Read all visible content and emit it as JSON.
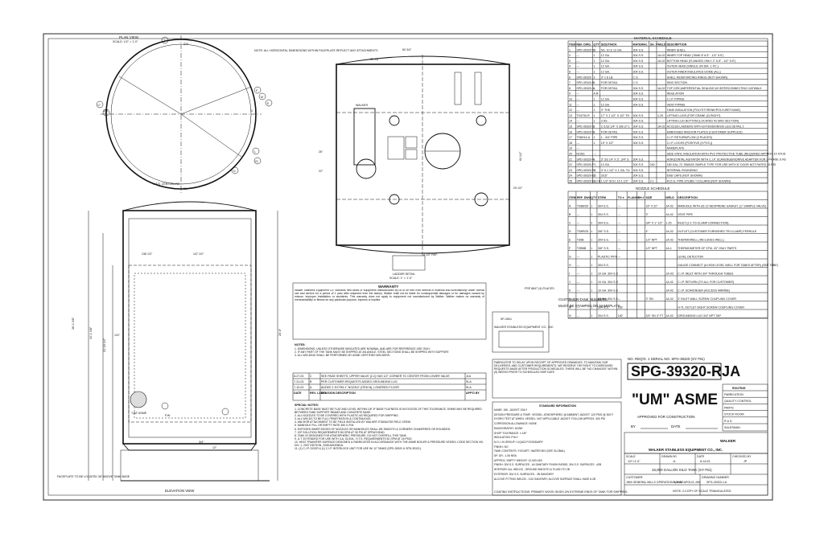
{
  "plan_view": {
    "title": "PLAN VIEW",
    "scale": "SCALE: 1/2\" = 1'-0\"",
    "angle_top": "270",
    "angle_left": "180",
    "angle_right": "0",
    "angle_bottom": "90",
    "centerline": "H.T.S. CENTERLINE"
  },
  "elevation_view": {
    "title": "ELEVATION VIEW",
    "dim_136": "136 1/2\"",
    "dim_147": "147 1/2\"",
    "dim_131": "131\"",
    "dim_12": "12\"",
    "dim_34": "3/4\"",
    "note_um": "\"UM\" ASME",
    "note_pw": "P.W.",
    "faceplate_note": "FACEPLATE TO BE LOCATED 36\" ABOVE TANK BASE",
    "left_dim1": "36'-1 3/8\"",
    "left_dim2": "34'-1 3/8\"",
    "left_dim3": "21'-10 1/2\"",
    "right_dim": "20'-6\""
  },
  "front_view": {
    "dim_60": "60 3/4\"",
    "dim_33": "33 3/8\"",
    "dim_26": "26\"",
    "dim_22": "22\"",
    "dim_61": "61 1/2\"",
    "dim_29": "29 1/2\"",
    "dim_4": "4 1/2\" REF.",
    "label_walker": "WALKER",
    "note": "NOTE: ALL HORIZONTAL DIMENSIONS WITHIN FACEPLATE REFLECT ANY ATTACHMENTS",
    "ladder_detail": "LADDER DETAIL",
    "ladder_scale": "SCALE: 1\" = 1'-0\""
  },
  "material_schedule": {
    "title": "MATERIAL SCHEDULE",
    "headers": [
      "ITEM",
      "REF. DWG.",
      "QTY",
      "SIZE/THICK",
      "MATERIAL",
      "SH. #",
      "WELD",
      "DESCRIPTION"
    ],
    "rows": [
      [
        "1",
        "SPD-39320-01",
        "1",
        "5G, 10 & 12 GA.",
        "304 S.S.",
        "",
        "",
        "INNER SHELL"
      ],
      [
        "2",
        "---",
        "1",
        "12 GA.",
        "304 S.S.",
        "",
        "1A-02",
        "INNER TOP HEAD (TANK 8' 6.5\" - 1/2\" 5.5\")"
      ],
      [
        "3",
        "---",
        "1",
        "12 GA.",
        "304 S.S.",
        "",
        "1A-02",
        "BOTTOM HEAD (FLANGED ONLY 2\" 6.5\" - 1/2\" 5.5\")"
      ],
      [
        "4",
        "---",
        "1",
        "12 GA.",
        "304 S.S.",
        "",
        "",
        "OUTER HEAD (SINGLE 3/4 DIA. 1 PC.)"
      ],
      [
        "5",
        "---",
        "1",
        "12 GA.",
        "304 S.S.",
        "",
        "",
        "OUTER INNER INSULATED DOME (ALL)"
      ],
      [
        "6",
        "SPD-39320",
        "3",
        "3\" x 6 LB.",
        "C.S.",
        "",
        "",
        "SHELL REINFORCING RINGS (NOT SHOWN)"
      ],
      [
        "7",
        "SPD-39320-B",
        "1",
        "FOR DETAIL",
        "C.S.",
        "",
        "",
        "SKID SECTION"
      ],
      [
        "8",
        "SPD-39320-1-1",
        "1",
        "FOR DETAIL",
        "304 S.S.",
        "",
        "1A-02",
        "TOP CIRCUMFERENTIAL SEALING W/ INTERCONNECTING CATWALK"
      ],
      [
        "9",
        "---",
        "A.R.",
        "",
        "304 S.S.",
        "",
        "",
        "INSULATION"
      ],
      [
        "10",
        "---",
        "1",
        "12 GA.",
        "304 S.S.",
        "",
        "",
        "C.I.P. PIPING"
      ],
      [
        "11",
        "---",
        "1",
        "12 GA.",
        "304 S.S.",
        "",
        "",
        "VENT PIPING"
      ],
      [
        "12",
        "---",
        "1",
        "3\" THK",
        "",
        "",
        "",
        "TANK INSULATION (POLYSTYRENE/POLYURETHANE)"
      ],
      [
        "13",
        "TS4730-R",
        "1",
        "17\" X 1 1/2\" X 1/2\" THK.",
        "304 S.S.",
        "",
        "1-29",
        "LIFTING LUGS (FOR CRANE (2) RIGHT)"
      ],
      [
        "14",
        "---",
        "1",
        "3 SS",
        "304 S.S.",
        "",
        "",
        "LIFTING LUG BOTTOM (LOCATED IN SKID SECTION)"
      ],
      [
        "15",
        "SPD-39320-3-C",
        "1",
        "C 6.5Z 1/4\" X 3/8 LP 1 1/4\" OD",
        "304 S.S.",
        "",
        "1A-02",
        "ACCESS LADDERS WITH EXTENSION/SIX LEG DETAIL 2"
      ],
      [
        "16",
        "SPD-39320-3-C",
        "1",
        "FOR DETAIL",
        "304 S.S.",
        "",
        "",
        "EMBOSSED ANCHOR PLATES (CUSTOMER SUPPLIED)"
      ],
      [
        "17",
        "TS8H14-A",
        "1",
        "1 - 3/4\" PIPE",
        "304 S.S.",
        "",
        "",
        "C.I.P. RETURN/FLOW (3 PLACES)"
      ],
      [
        "18",
        "---",
        "1",
        "10\" X 1/2\"",
        "304 S.S.",
        "",
        "",
        "C.I.P. LOCKS (POSITIVE (3 PCS.))"
      ],
      [
        "19",
        "---",
        "",
        "",
        "",
        "",
        "",
        "NAMEPLATE"
      ],
      [
        "20",
        "NOSS",
        "---",
        "",
        "",
        "",
        "",
        "SIDE VINYL INSULATION WITH PVC PROTECTIVE TUBE (REQUIRED APPROX 10 STUD TO 8\")"
      ],
      [
        "21",
        "SPD-39320-4-1",
        "1",
        "3\" SS 14\" X 3\", 3/4\" SS 14\" TIGHT",
        "304 S.S.",
        "",
        "",
        "HORIZONTAL AGITATOR WITH C.I.P. SCAVENGER/DRIVE ADAPTER FOR 3-PHASE & KELSON MOTOR (INCLUDES SPRING DESIGN)"
      ],
      [
        "22",
        "SPD-39320-P1",
        "",
        "10 GA.",
        "304 S.S.",
        "240",
        "",
        "180 GAL-7C SWAGE-SIMPLE TYPE FOR USE WITH 6\" DOOR NOT RATED 10 PSI"
      ],
      [
        "23",
        "SPD-39320-R1",
        "1",
        "3\" 6 1 1/2\" X 1 GA. TUBING",
        "304 S.S.",
        "",
        "",
        "INTERNAL ROUNDING"
      ],
      [
        "24",
        "SPD-39320-E5",
        "1",
        "3/16\"",
        "304 S.S.",
        "",
        "",
        "END CAPS (NOT SHOWN)"
      ],
      [
        "25",
        "SPD-39320-E12",
        "1-2-B",
        "1 1/2\" SCH. 10 1 1/2\" SCH. 10",
        "304 S.S.",
        "2-1",
        "",
        "M.O.G. PIPE STUBS / COLLARS (NOT SHOWN)"
      ]
    ]
  },
  "nozzle_schedule": {
    "title": "NOZZLE SCHEDULE",
    "headers": [
      "ITEM",
      "REF. DWG.",
      "QTY",
      "STEM",
      "TO ±",
      "FLANGE",
      "SH #",
      "SIZE",
      "WELD",
      "DESCRIPTION"
    ],
    "rows": [
      [
        "A",
        "TS8B/35",
        "1",
        "304 S.S.",
        "---",
        "",
        "",
        "16\" X 22\"",
        "1A-02",
        "MANHOLE WITH (4) 12 NEOPRENE GASKET, (1\" SAMPLE VALVE)"
      ],
      [
        "B",
        "---",
        "1",
        "304 S.S.",
        "---",
        "",
        "",
        "3\"",
        "1A-02",
        "VENT PIPE"
      ],
      [
        "C",
        "---",
        "2",
        "304 S.S.",
        "---",
        "",
        "",
        "3/4\" X 1\" 1/2\"",
        "1-25",
        "INLET (2-1 TO-CLAMP CONNECTION)"
      ],
      [
        "D",
        "TS8R/25",
        "1",
        "3/8\" S.S.",
        "---",
        "",
        "",
        "4\"",
        "1A-02",
        "OUTLET (CUSTOMER FURNISHED TRI-CLAMP) FERRULE"
      ],
      [
        "E",
        "T39B",
        "1",
        "304 S.S.",
        "---",
        "",
        "",
        "1/2\" NPT",
        "1A-02",
        "THERMOWELL (INCLUDES WELL)"
      ],
      [
        "F",
        "T2BBB",
        "1",
        "3/8\" S.S.",
        "---",
        "",
        "",
        "1/2\" NPT",
        "1A-1",
        "THERMOMETER OF STM. 20\" ONLY PARTS"
      ],
      [
        "G",
        "---",
        "1",
        "PLASTIC PIPE",
        "---",
        "",
        "",
        "",
        "",
        "LEVEL DETECTOR"
      ],
      [
        "H",
        "---",
        "1",
        "304 S.S.",
        "",
        "",
        "",
        "",
        "",
        "GAUGE CONNECT (A HIGH LEVEL WELL FOR TANKS AFTER) (SEE TUBE)"
      ],
      [
        "I",
        "---",
        "1",
        "10 GA. 304 S.S.",
        "",
        "",
        "",
        "",
        "1A-03",
        "C.I.P. INLET WITH 3/4\" THROUGH TUBES"
      ],
      [
        "J",
        "---",
        "1",
        "10 GA. 304 S.S.",
        "",
        "",
        "",
        "",
        "1A-02",
        "C.I.P. RETURN (TO ALL FOR CUSTOMER)"
      ],
      [
        "K",
        "---",
        "1",
        "10 GA. 304 S.S.",
        "",
        "",
        "",
        "",
        "1A-02",
        "C.I.P. SCAVENGER (ACCESS MARINE)"
      ],
      [
        "L",
        "---",
        "1",
        "10 GA. 304 S.S.",
        "---",
        "",
        "",
        "3\" SN",
        "1A-02",
        "3\" INLET WALL SCREW COUPLING COVER"
      ],
      [
        "M",
        "---",
        "1",
        "304 S.S.",
        "182",
        "",
        "",
        "",
        "",
        "H-TL OUTLET SIGHT SCREW COUPLING COVER"
      ],
      [
        "N",
        "---",
        "1",
        "304 S.S.",
        "182",
        "",
        "",
        "3/4\" SN 4\" FT",
        "1A-02",
        "GROUNDING LUG 3/4\" NPT TAP"
      ]
    ]
  },
  "warranty": {
    "title": "WARRANTY",
    "body": "Walker Stainless Equipment Co. warrants new tanks or equipment manufactured by us to be free from defects in material and workmanship under normal use and service for a period of 1 year after shipment from the factory. Walker shall not be liable for consequential damages or for damages caused by misuse, improper installation or accidents. This warranty does not apply to equipment not manufactured by Walker. Walker makes no warranty of merchantability or fitness for any particular purpose, express or implied."
  },
  "notes": {
    "title": "NOTES:",
    "items": [
      "1. DIMENSIONS, UNLESS OTHERWISE INDICATED ARE NOMINAL AND ARE FOR REFERENCE USE ONLY.",
      "2. IF ANY PART OF THE TANK MUST BE SHIPPED AT AN ANGLE, STEEL SECTIONS SHALL BE SHIPPED WITH SUPPORT.",
      "3. ALL WELDING SHALL BE PERFORMED BY ASME CERTIFIED WELDERS."
    ]
  },
  "special_notes": {
    "title": "SPECIAL NOTES:",
    "items": [
      "1. CONCRETE BASE MUST BE FLAT AND LEVEL WITHIN 1/8\" IF BASE FLATNESS IS IN EXCESS OF THIS TOLERANCE, SHIMS MAY BE REQUIRED BETWEEN TANK SUPPORT BEAMS AND CONCRETE BASE.",
      "2. ALL NOZZLES TO BE COVERED WITH PLASTIC AS REQUIRED FOR SHIPPING.",
      "3. ALL WELDS TO BE FULL PENETRATION & CONTINUOUS.",
      "4. ANCHOR ATTACHMENT TO BE FIELD INSTALLED BY WALKER STAINLESS FIELD CREW.",
      "5. MANHOLE FILL OR EMPTY RATE 450 G.P.M.",
      "6. EXPOSED INNER EDGES OF NOZZLES OR MANHOLES SHALL BE SMOOTH & CORNERS CHAMFERED OR ROUNDED.",
      "7. CIP SOLUTION REQUIREMENTS 80 GPM AT 35 PSI AT SPRAYHEAD.",
      "8. TANK IS DESIGNED FOR ATMOSPHERIC PRESSURE. DO NOT OVERFILL THIS TANK.",
      "9. U.T. EXTENDED FOR USE WITH 3-A, 01/10/L, H.T.S. REQUIREMENTS 52 GPM AT 16 PSIG.",
      "10. HEAT TRANSFER SURFACE DESIGNED & FABRICATED IN ACCORDANCE WITH THE ASME BOILER & PRESSURE VESSEL CODE SECTION VIII, DIV. 1, 2007 EDITION, 2008 ADDENDA.",
      "11. (1) C.I.P. DOOR & (1) C.I.P. INTERLOCK UNIT FOR USE W/ 12' TANKS (SPD-39320 & SPD-39321)."
    ]
  },
  "revisions": {
    "rows": [
      [
        "8-27-03",
        "C",
        "SEE PAGE SHEETS, UPPER VALVE (2.2) HAS 1/2\" CORNER TO CENTER FROM LOWER VALVE",
        "JLA"
      ],
      [
        "7-31-03",
        "B",
        "PER CUSTOMER REQUESTS ADDED GROUNDING LUG",
        "SLA"
      ],
      [
        "7-10-03",
        "A",
        "ADDED 1 EXTRA 1\" NOZZLE (ITEM N), LOWERED FLOOR",
        "SLA"
      ]
    ],
    "headers": [
      "DATE",
      "REV. LABEL",
      "REVISION DESCRIPTION",
      "APP'D BY"
    ]
  },
  "standard_info": {
    "title": "STANDARD INFORMATION",
    "items": [
      "NAME: 15K, JACKET ONLY",
      "DESIGN PRESSURE & TEMP.: VESSEL: ATMOSPHERIC @ AMBIENT   JACKET: 120 PSIG @ 300 F.",
      "HYDRO TEST AT WHEN: VESSEL: NOT APPLICABLE   JACKET: FOLLOW APPROX. 300 PSI",
      "CORROSION ALLOWANCE: NONE",
      "RADIOGRAPHY: NONE",
      "SHOP TOLERANCE: ± 1/8\"",
      "INSULATION: POLY",
      "N.O.I. IN GROUP / LIQUID FOOD/DAIRY",
      "FINISH: NO",
      "TANK CONTENTS: YOGURT / WATER MIX (SEE GLOBAL)",
      "SP. GR.: 1.06 NRA",
      "APPROX. EMPTY WEIGHT: 12,000 LBS.",
      "FINISH: 304 S.S. SURFACES - #4 SANITARY FINISH INSIDE; 304 S.S. SURFACES - #2B",
      "INTERIOR: ALL WELDS - GROUND SMOOTH & FLUSH TO 2B",
      "EXTERIOR: 304 S.S. SURFACES - 2B SANITARY",
      "ALCOVE FITTING WELDS - 3.00 SANITARY; ALCOVE SURFACE SHALL HAVE A 2B"
    ],
    "coating_note": "COATING INSTRUCTIONS: PRIMARY WOOD SKIDS ON EXTREME ENDS OF TANK FOR SHIPPING."
  },
  "stamp_notes": {
    "customer": "CUSTOMER TANK NUMBERS\nMUST BE STAMPED ON NAMEPLATE",
    "psp_label": "PSP 8847 (4) PLACES",
    "fabrication_note": "FABRICATOR TO DELAY UPON RECEIPT OF APPROVED DRAWINGS, TO MAINTAIN OUR DELIVERIES, AND CUSTOMER REQUIREMENTS. WE RESERVE THE RIGHT TO DISREGARD REQUESTS MADE AFTER PRODUCTION SCHEDULES. THERE WILL BE \"NO CHANGES\" WITHIN (5) WEEKS PRIOR TO SCHEDULED SHIP DATE.",
    "sp_2601": "SP-2601",
    "company_plate": "WALKER STAINLESS EQUIPMENT CO., INC."
  },
  "title_block": {
    "req_line": "NO. REQ'D. 1   SERIAL NO. SPG-39320 (SY-791)",
    "serial_big": "SPG-39320-RJA",
    "um_asme": "\"UM\" ASME",
    "approved": "APPROVED FOR CONSTRUCTION",
    "by": "BY",
    "date": "DATE",
    "routing_title": "ROUTING",
    "routing_items": [
      "FABRICATION",
      "QUALITY CONTROL",
      "PARTS",
      "STOCK ROOM",
      "R & D",
      "SALESMAN"
    ],
    "company": "WALKER STAINLESS EQUIPMENT CO., INC.",
    "scale_label": "SCALE",
    "scale": "1/2\"=1'-0\"",
    "drawn_label": "DRAWN BY",
    "drawn": "JL",
    "date_label": "DATE",
    "date_val": "8-14-03",
    "checked_label": "CHECKED BY",
    "checked": "JP",
    "description": "15,000 GALLON SILO TANK (SY-791)",
    "customer_label": "CUSTOMER",
    "customer": "JHM GENERAL MILLS OPERATIONS, INC.",
    "location": "MINNEAPOLIS, MN",
    "drawing_label": "DRAWING NUMBER",
    "drawing": "SPG-39320-1-6",
    "footer": "NOTE: 2-COPY OF SCALE TRIANGULATED"
  }
}
